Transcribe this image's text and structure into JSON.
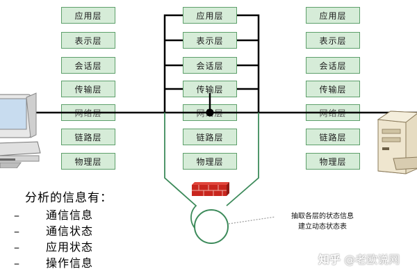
{
  "stacks": {
    "left": [
      "应用层",
      "表示层",
      "会话层",
      "传输层",
      "网络层",
      "链路层",
      "物理层"
    ],
    "middle": [
      "应用层",
      "表示层",
      "会话层",
      "传输层",
      "网络层",
      "链路层",
      "物理层"
    ],
    "right": [
      "应用层",
      "表示层",
      "会话层",
      "传输层",
      "网络层",
      "链路层",
      "物理层"
    ]
  },
  "info": {
    "title": "分析的信息有：",
    "items": [
      {
        "dash": "–",
        "text": "通信信息"
      },
      {
        "dash": "–",
        "text": "通信状态"
      },
      {
        "dash": "–",
        "text": "应用状态"
      },
      {
        "dash": "–",
        "text": "操作信息"
      }
    ]
  },
  "note": {
    "line1": "抽取各层的状态信息",
    "line2": "建立动态状态表"
  },
  "watermark": {
    "brand": "知乎",
    "author": "@老欧说网"
  },
  "colors": {
    "layer_fill": "#d6ecd8",
    "layer_border": "#5d9f6a",
    "firewall": "#c8261e",
    "connector": "#000000",
    "inspection_line": "#3c8a5a"
  }
}
